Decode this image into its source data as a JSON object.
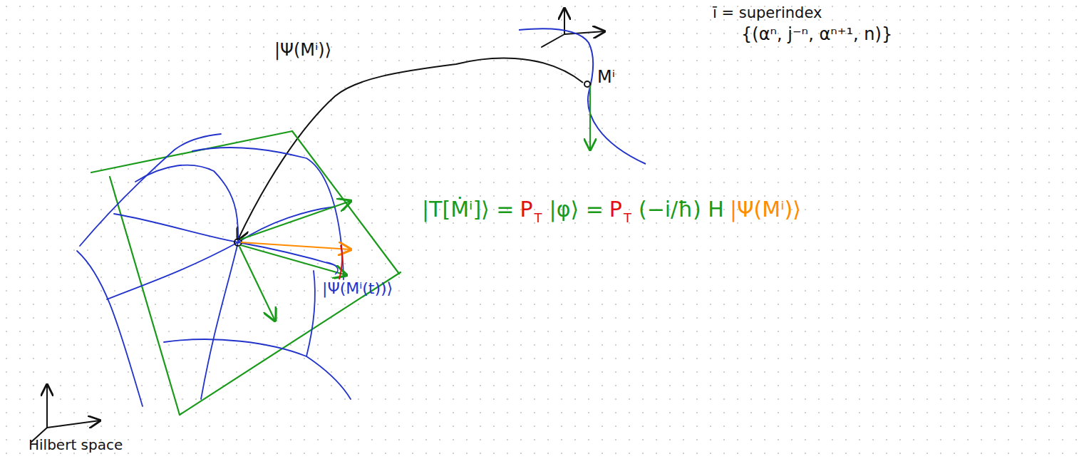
{
  "diagram": {
    "labels": [
      "|Ψ(Mⁱ)⟩",
      "Mⁱ",
      "ī = superindex",
      "{(αⁿ, j⁻ⁿ, αⁿ⁺¹, n)}",
      "|T[Ṁⁱ]⟩ =",
      "P",
      "T",
      "|φ⟩ =",
      "P",
      "T",
      "(−i/ħ) H",
      "|Ψ(Mⁱ)⟩",
      "|Ψ(Mⁱ(t))⟩",
      "Hilbert space"
    ]
  }
}
